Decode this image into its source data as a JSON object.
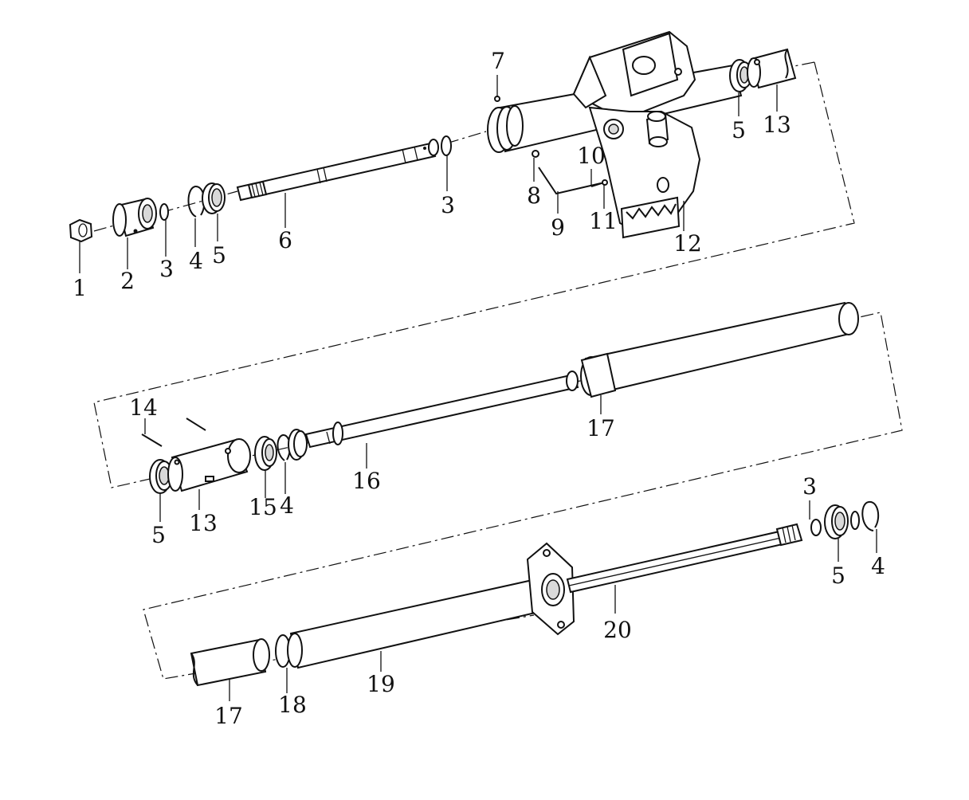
{
  "diagram": {
    "callouts": [
      {
        "id": "c1",
        "label": "1"
      },
      {
        "id": "c2",
        "label": "2"
      },
      {
        "id": "c3a",
        "label": "3"
      },
      {
        "id": "c4a",
        "label": "4"
      },
      {
        "id": "c5a",
        "label": "5"
      },
      {
        "id": "c6",
        "label": "6"
      },
      {
        "id": "c3b",
        "label": "3"
      },
      {
        "id": "c7",
        "label": "7"
      },
      {
        "id": "c8",
        "label": "8"
      },
      {
        "id": "c9",
        "label": "9"
      },
      {
        "id": "c10",
        "label": "10"
      },
      {
        "id": "c11",
        "label": "11"
      },
      {
        "id": "c12",
        "label": "12"
      },
      {
        "id": "c5b",
        "label": "5"
      },
      {
        "id": "c13a",
        "label": "13"
      },
      {
        "id": "c14",
        "label": "14"
      },
      {
        "id": "c5c",
        "label": "5"
      },
      {
        "id": "c13b",
        "label": "13"
      },
      {
        "id": "c15",
        "label": "15"
      },
      {
        "id": "c4b",
        "label": "4"
      },
      {
        "id": "c16",
        "label": "16"
      },
      {
        "id": "c17a",
        "label": "17"
      },
      {
        "id": "c3c",
        "label": "3"
      },
      {
        "id": "c5d",
        "label": "5"
      },
      {
        "id": "c4c",
        "label": "4"
      },
      {
        "id": "c20",
        "label": "20"
      },
      {
        "id": "c17b",
        "label": "17"
      },
      {
        "id": "c18",
        "label": "18"
      },
      {
        "id": "c19",
        "label": "19"
      }
    ]
  }
}
